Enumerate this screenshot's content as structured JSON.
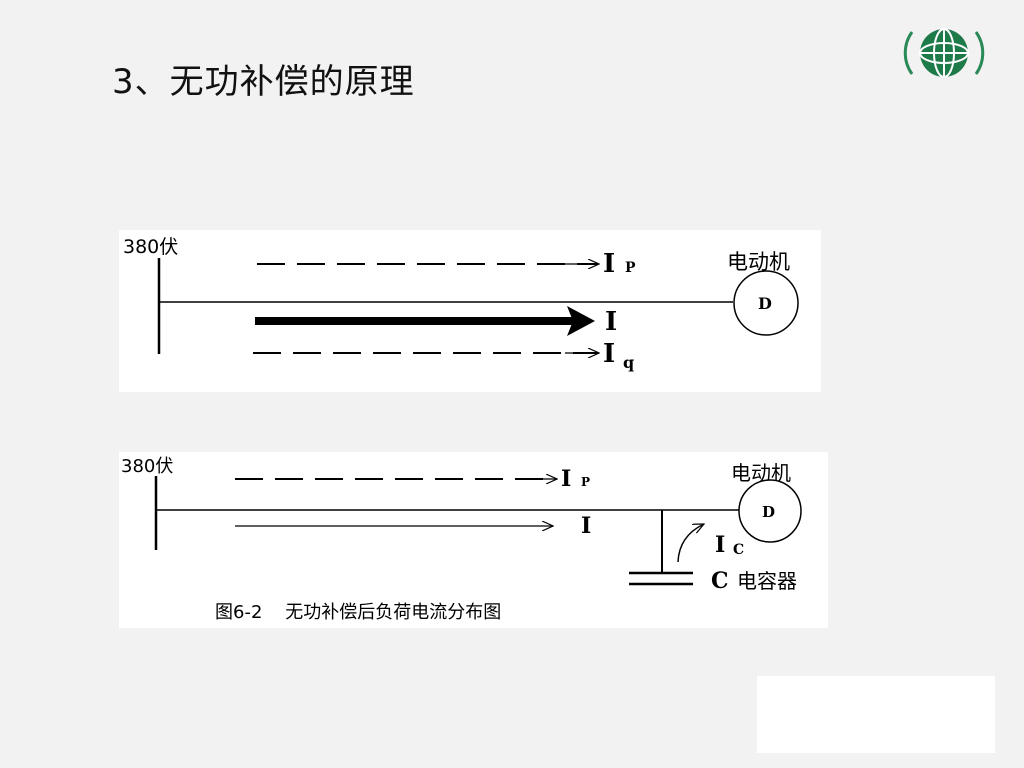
{
  "slide": {
    "title": "3、无功补偿的原理"
  },
  "diagram1": {
    "voltage": "380伏",
    "ip": "I",
    "ip_sub": "P",
    "i": "I",
    "iq": "I",
    "iq_sub": "q",
    "motor_label": "电动机",
    "motor": "D"
  },
  "diagram2": {
    "voltage": "380伏",
    "ip": "I",
    "ip_sub": "P",
    "i": "I",
    "ic": "I",
    "ic_sub": "C",
    "motor_label": "电动机",
    "motor": "D",
    "capacitor_letter": "C",
    "capacitor_label": "电容器",
    "caption": "图6-2    无功补偿后负荷电流分布图"
  }
}
